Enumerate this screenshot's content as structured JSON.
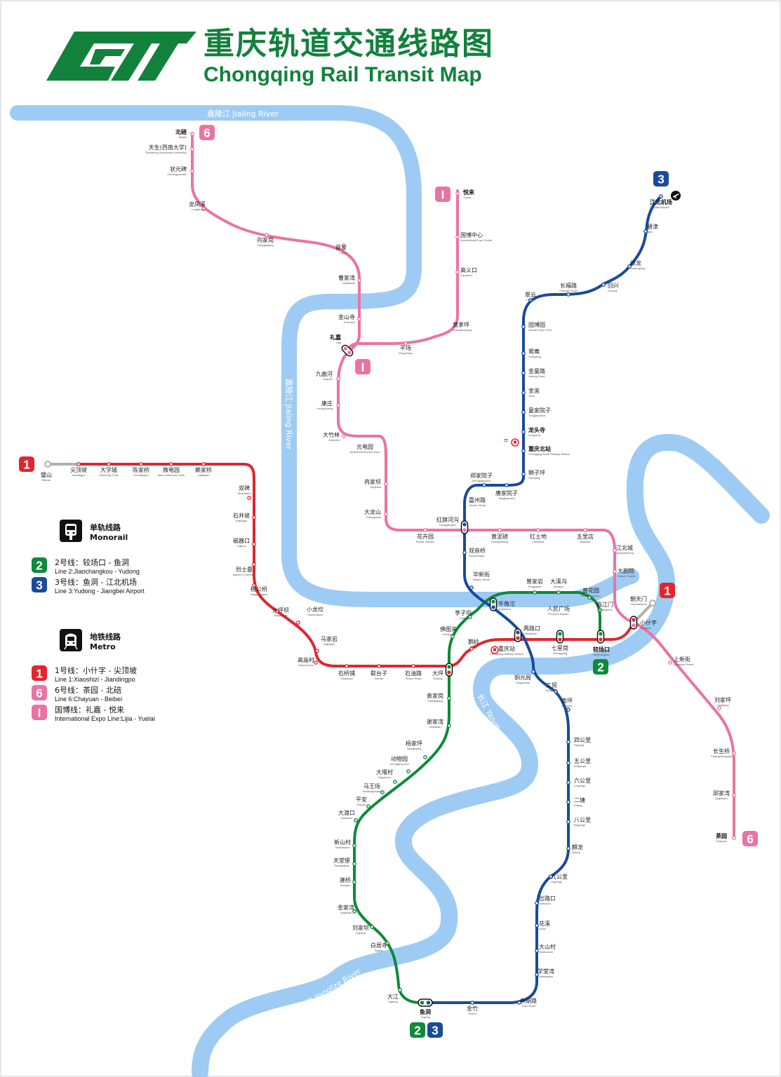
{
  "title": {
    "zh": "重庆轨道交通线路图",
    "en": "Chongqing Rail Transit Map"
  },
  "colors": {
    "brand": "#12813c",
    "river": "#9ecbf3",
    "line1": "#e0262f",
    "line2": "#0e8a3b",
    "line3": "#1a4a9a",
    "line6": "#ea73a4",
    "lineI": "#ea73a4",
    "proposed": "#b0b0b0"
  },
  "rivers": {
    "jialing_top": {
      "zh": "嘉陵江",
      "en": "Jialing River"
    },
    "jialing_mid": {
      "zh": "嘉陵江",
      "en": "Jialing River"
    },
    "yangtze_ne": {
      "zh": "长江",
      "en": "Yangtze River"
    },
    "yangtze_mid": {
      "zh": "长江",
      "en": "Yangtze River"
    },
    "yangtze_sw": {
      "zh": "长江",
      "en": "Yangtze River"
    }
  },
  "lines": [
    {
      "id": "1",
      "badge": "1",
      "color": "#e0262f"
    },
    {
      "id": "2",
      "badge": "2",
      "color": "#0e8a3b"
    },
    {
      "id": "3",
      "badge": "3",
      "color": "#1a4a9a"
    },
    {
      "id": "6",
      "badge": "6",
      "color": "#ea73a4"
    },
    {
      "id": "I",
      "badge": "I",
      "color": "#ea73a4"
    }
  ],
  "legend": {
    "monorail": {
      "zh": "单轨线路",
      "en": "Monorail"
    },
    "metro": {
      "zh": "地铁线路",
      "en": "Metro"
    },
    "items": [
      {
        "badge": "2",
        "color": "#0e8a3b",
        "zh": "2号线：较场口 - 鱼洞",
        "en": "Line 2:Jiaochangkou - Yudong"
      },
      {
        "badge": "3",
        "color": "#1a4a9a",
        "zh": "3号线：鱼洞 - 江北机场",
        "en": "Line 3:Yudong - Jiangbei Airport"
      },
      {
        "badge": "1",
        "color": "#e0262f",
        "zh": "1号线：小什字 - 尖顶坡",
        "en": "Line 1:Xiaoshizi - Jiandingpo"
      },
      {
        "badge": "6",
        "color": "#ea73a4",
        "zh": "6号线：茶园 - 北碚",
        "en": "Line 6:Chayuan - Beibei"
      },
      {
        "badge": "I",
        "color": "#ea73a4",
        "zh": "国博线：礼嘉 - 悦来",
        "en": "International Expo Line:Lijia - Yuelai"
      }
    ]
  },
  "stations": [
    {
      "zh": "北碚",
      "en": "Beibei",
      "bold": true
    },
    {
      "zh": "天生(西南大学)",
      "en": "Tiansheng (Southwest University)"
    },
    {
      "zh": "状元碑",
      "en": "Zhuangyuanbei"
    },
    {
      "zh": "龙凤溪",
      "en": "Longfengxi"
    },
    {
      "zh": "向家岗",
      "en": "Xiangjiagang"
    },
    {
      "zh": "蔡家",
      "en": "Caijia"
    },
    {
      "zh": "曹家湾",
      "en": "Caojiawan"
    },
    {
      "zh": "金山寺",
      "en": "Jinshansi"
    },
    {
      "zh": "礼嘉",
      "en": "Lijia",
      "bold": true
    },
    {
      "zh": "九曲河",
      "en": "Jiuquhe"
    },
    {
      "zh": "康庄",
      "en": "Kangzhuang"
    },
    {
      "zh": "大竹林",
      "en": "Dazhulin"
    },
    {
      "zh": "光电园",
      "en": "Optical Electronics Zone"
    },
    {
      "zh": "冉家坝",
      "en": "Ranjiaba"
    },
    {
      "zh": "大龙山",
      "en": "Dalongshan"
    },
    {
      "zh": "花卉园",
      "en": "Flower Garden"
    },
    {
      "zh": "红旗河沟",
      "en": "Hongqihegou"
    },
    {
      "zh": "黄泥磅",
      "en": "Huangnibang"
    },
    {
      "zh": "红土地",
      "en": "Hongtudi"
    },
    {
      "zh": "五里店",
      "en": "Wulidian"
    },
    {
      "zh": "江北城",
      "en": "Jiangbeicheng"
    },
    {
      "zh": "大剧院",
      "en": "Grand Theatre"
    },
    {
      "zh": "小什字",
      "en": "Xiaoshizi"
    },
    {
      "zh": "上新街",
      "en": "Shangxin Street"
    },
    {
      "zh": "刘家坪",
      "en": "Liujiaping"
    },
    {
      "zh": "长生桥",
      "en": "Changshengqiao"
    },
    {
      "zh": "邱家湾",
      "en": "Qiujiawan"
    },
    {
      "zh": "茶园",
      "en": "Chayuan",
      "bold": true
    },
    {
      "zh": "悦来",
      "en": "Yuelai",
      "bold": true
    },
    {
      "zh": "国博中心",
      "en": "International Expo Center"
    },
    {
      "zh": "高义口",
      "en": "Gaoyikou"
    },
    {
      "zh": "黄茅坪",
      "en": "Huangmaoping"
    },
    {
      "zh": "平场",
      "en": "Pingchang"
    },
    {
      "zh": "江北机场",
      "en": "Jiangbei Airport",
      "bold": true
    },
    {
      "zh": "碧津",
      "en": "Bijin"
    },
    {
      "zh": "双龙",
      "en": "Shuanglong"
    },
    {
      "zh": "回兴",
      "en": "Huixing"
    },
    {
      "zh": "长福路",
      "en": "Changfu Road"
    },
    {
      "zh": "翠云",
      "en": "Cuiyun"
    },
    {
      "zh": "园博园",
      "en": "Garden Expo Park"
    },
    {
      "zh": "鸳鸯",
      "en": "Yuanyang"
    },
    {
      "zh": "金童路",
      "en": "Jintong Road"
    },
    {
      "zh": "金渝",
      "en": "Jinyu"
    },
    {
      "zh": "童家院子",
      "en": "Tongjiayuanzi"
    },
    {
      "zh": "龙头寺",
      "en": "Longtousi",
      "bold": true
    },
    {
      "zh": "重庆北站",
      "en": "Chongqing North Railway Station",
      "bold": true
    },
    {
      "zh": "狮子坪",
      "en": "Shiziping"
    },
    {
      "zh": "郑家院子",
      "en": "Zhengjiayuanzi"
    },
    {
      "zh": "唐家院子",
      "en": "Tangjiayuanzi"
    },
    {
      "zh": "嘉州路",
      "en": "Jiazhou Road"
    },
    {
      "zh": "观音桥",
      "en": "Guanyinqiao"
    },
    {
      "zh": "华新街",
      "en": "Huaxin Street"
    },
    {
      "zh": "牛角沱",
      "en": "Niujiaotuo"
    },
    {
      "zh": "两路口",
      "en": "Lianglukou"
    },
    {
      "zh": "铜元局",
      "en": "Tongyuanju"
    },
    {
      "zh": "工贸",
      "en": "Gongmao"
    },
    {
      "zh": "南坪",
      "en": "Nanping"
    },
    {
      "zh": "四公里",
      "en": "Sigongli"
    },
    {
      "zh": "五公里",
      "en": "Wugongli"
    },
    {
      "zh": "六公里",
      "en": "Liugongli"
    },
    {
      "zh": "二塘",
      "en": "Ertang"
    },
    {
      "zh": "八公里",
      "en": "Bagongli"
    },
    {
      "zh": "麒龙",
      "en": "Qilong"
    },
    {
      "zh": "九公里",
      "en": "Jiugongli"
    },
    {
      "zh": "岔路口",
      "en": "Chalukou"
    },
    {
      "zh": "花溪",
      "en": "Huaxi"
    },
    {
      "zh": "大山村",
      "en": "Dashancun"
    },
    {
      "zh": "学堂湾",
      "en": "Xuetangwan"
    },
    {
      "zh": "鱼胡路",
      "en": "Yuhu Road"
    },
    {
      "zh": "金竹",
      "en": "Jinzhu"
    },
    {
      "zh": "鱼洞",
      "en": "Yudong",
      "bold": true
    },
    {
      "zh": "大江",
      "en": "Dajiang"
    },
    {
      "zh": "白居寺",
      "en": "Baijusi"
    },
    {
      "zh": "刘家坝",
      "en": "Liujiaba"
    },
    {
      "zh": "金家湾",
      "en": "Jinjiawan"
    },
    {
      "zh": "建桥",
      "en": "Jianqiao"
    },
    {
      "zh": "天堂堡",
      "en": "Tiantangbao"
    },
    {
      "zh": "新山村",
      "en": "Xinshancun"
    },
    {
      "zh": "大渡口",
      "en": "Dadukou"
    },
    {
      "zh": "平安",
      "en": "Ping'an"
    },
    {
      "zh": "马王场",
      "en": "Mawangchang"
    },
    {
      "zh": "大堰村",
      "en": "Dayancun"
    },
    {
      "zh": "动物园",
      "en": "Chongqing Zoo"
    },
    {
      "zh": "杨家坪",
      "en": "Yangjiaping"
    },
    {
      "zh": "谢家湾",
      "en": "Xiejiawan"
    },
    {
      "zh": "袁家岗",
      "en": "Yuanjiagang"
    },
    {
      "zh": "大坪",
      "en": "Daping"
    },
    {
      "zh": "佛图关",
      "en": "Fotuguan"
    },
    {
      "zh": "李子坝",
      "en": "Liziba"
    },
    {
      "zh": "曾家岩",
      "en": "Zengjiayan"
    },
    {
      "zh": "大溪沟",
      "en": "Daxigou"
    },
    {
      "zh": "黄花园",
      "en": "Huanghuayuan"
    },
    {
      "zh": "临江门",
      "en": "Linjiangmen"
    },
    {
      "zh": "较场口",
      "en": "Jiaochangkou",
      "bold": true
    },
    {
      "zh": "七星岗",
      "en": "Qixinggang"
    },
    {
      "zh": "人民广场",
      "en": "People's Square"
    },
    {
      "zh": "鹅岭",
      "en": "Eling"
    },
    {
      "zh": "重庆站",
      "en": "Chongqing Railway Station"
    },
    {
      "zh": "朝天门",
      "en": "Chaotianmen"
    },
    {
      "zh": "石油路",
      "en": "Shiyou Road"
    },
    {
      "zh": "歇台子",
      "en": "Xietaizi"
    },
    {
      "zh": "石桥铺",
      "en": "Shiqiaopu"
    },
    {
      "zh": "高庙村",
      "en": "Gaomiaocun"
    },
    {
      "zh": "马家岩",
      "en": "Majiayan"
    },
    {
      "zh": "小龙坎",
      "en": "Xiaolongkan"
    },
    {
      "zh": "沙坪坝",
      "en": "Shapingba"
    },
    {
      "zh": "杨公桥",
      "en": "Yanggongqiao"
    },
    {
      "zh": "烈士墓",
      "en": "Martyr's Cemetery"
    },
    {
      "zh": "磁器口",
      "en": "Ciqikou"
    },
    {
      "zh": "石井坡",
      "en": "Shijingpo"
    },
    {
      "zh": "双碑",
      "en": "Shuangbei"
    },
    {
      "zh": "赖家桥",
      "en": "Laijiaqiao"
    },
    {
      "zh": "微电园",
      "en": "Micro-electronic Zone"
    },
    {
      "zh": "陈家桥",
      "en": "Chenjiaqiao"
    },
    {
      "zh": "大学城",
      "en": "University Town"
    },
    {
      "zh": "尖顶坡",
      "en": "Jiandingpo"
    },
    {
      "zh": "璧山",
      "en": "Bishan"
    }
  ]
}
